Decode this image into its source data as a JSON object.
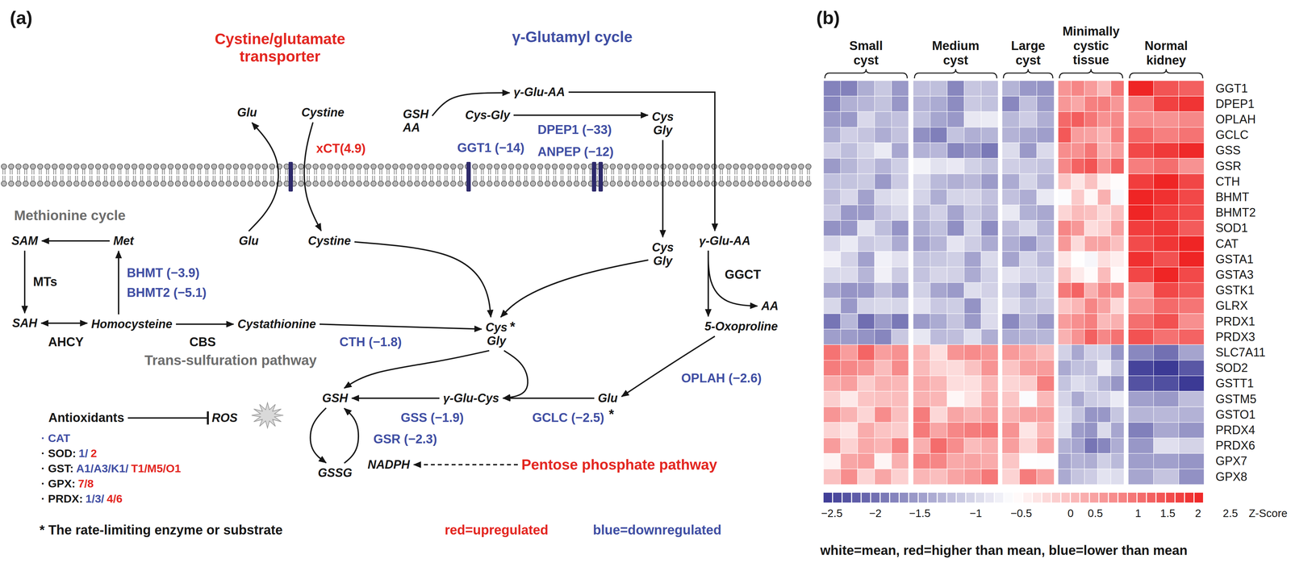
{
  "diagram": {
    "nodes": [
      {
        "text": [
          "Glu"
        ]
      },
      {
        "text": [
          "Cystine"
        ]
      },
      {
        "text": [
          "Glu"
        ]
      },
      {
        "text": [
          "Cystine"
        ]
      },
      {
        "text": [
          "GSH AA"
        ]
      },
      {
        "text": [
          "γ-Glu-AA"
        ]
      },
      {
        "text": [
          "Cys-Gly"
        ]
      },
      {
        "text": [
          "Cys Gly"
        ]
      },
      {
        "text": [
          "Cys Gly"
        ]
      },
      {
        "text": [
          "γ-Glu-AA"
        ]
      },
      {
        "text": [
          "AA"
        ]
      },
      {
        "text": [
          "5-Oxoproline"
        ]
      },
      {
        "text": [
          "Glu"
        ]
      },
      {
        "text": [
          "γ-Glu-Cys"
        ]
      },
      {
        "text": [
          "GSH"
        ]
      },
      {
        "text": [
          "GSSG"
        ]
      },
      {
        "text": [
          "NADPH"
        ]
      },
      {
        "text": [
          "Cys Gly"
        ]
      },
      {
        "text": [
          "SAM"
        ]
      },
      {
        "text": [
          "Met"
        ]
      },
      {
        "text": [
          "SAH"
        ]
      },
      {
        "text": [
          "Homocysteine"
        ]
      },
      {
        "text": [
          "Cystathionine"
        ]
      },
      {
        "text": [
          "Antioxidants"
        ]
      },
      {
        "text": [
          "ROS"
        ]
      },
      {
        "text": [
          "Pentose phosphate pathway"
        ]
      }
    ],
    "edges": [
      {
        "from": 2,
        "to": 0,
        "arrow": "to"
      },
      {
        "from": 1,
        "to": 3,
        "arrow": "to"
      },
      {
        "from": 3,
        "to": 17,
        "arrow": "to"
      },
      {
        "from": 4,
        "to": 5,
        "arrow": "to"
      },
      {
        "from": 6,
        "to": 7,
        "arrow": "to"
      },
      {
        "from": 7,
        "to": 8,
        "arrow": "to"
      },
      {
        "from": 5,
        "to": 9,
        "arrow": "to"
      },
      {
        "from": 8,
        "to": 17,
        "arrow": "to"
      },
      {
        "from": 9,
        "to": 11,
        "arrow": "to",
        "label": "GGCT"
      },
      {
        "from": 9,
        "to": 10,
        "arrow": "to"
      },
      {
        "from": 11,
        "to": 12,
        "arrow": "to",
        "label": "OPLAH (−2.6)"
      },
      {
        "from": 12,
        "to": 13,
        "arrow": "to",
        "label": "GCLC (−2.5)"
      },
      {
        "from": 17,
        "to": 13,
        "arrow": "to"
      },
      {
        "from": 13,
        "to": 14,
        "arrow": "to",
        "label": "GSS (−1.9)"
      },
      {
        "from": 17,
        "to": 14,
        "arrow": "to"
      },
      {
        "from": 14,
        "to": 15,
        "arrow": "to"
      },
      {
        "from": 15,
        "to": 14,
        "arrow": "to",
        "label": "GSR (−2.3)"
      },
      {
        "from": 25,
        "to": 16,
        "arrow": "to"
      },
      {
        "from": 19,
        "to": 18,
        "arrow": "to"
      },
      {
        "from": 18,
        "to": 20,
        "arrow": "to",
        "label": "MTs"
      },
      {
        "from": 20,
        "to": 21,
        "arrow": "both",
        "label": "AHCY"
      },
      {
        "from": 21,
        "to": 19,
        "arrow": "to"
      },
      {
        "from": 21,
        "to": 22,
        "arrow": "to",
        "label": "CBS"
      },
      {
        "from": 22,
        "to": 17,
        "arrow": "to",
        "label": "CTH (−1.8)"
      },
      {
        "from": 23,
        "to": 24,
        "arrow": "to"
      }
    ],
    "labels": [
      "(a)",
      "Cystine/glutamate transporter",
      "γ-Glutamyl cycle",
      "xCT(4.9)",
      "GGT1 (−14)",
      "DPEP1 (−33)",
      "ANPEP (−12)",
      "Methionine cycle",
      "BHMT (−3.9)",
      "BHMT2 (−5.1)",
      "Trans-sulfuration pathway",
      "*",
      "*",
      "· CAT",
      "· SOD:",
      "1/",
      "2",
      "· GST:",
      "A1/A3/K1/",
      "T1/M5/O1",
      "· GPX:",
      "7/8",
      "· PRDX:",
      "1/3/",
      "4/6",
      "* The rate-limiting enzyme or substrate",
      "red=upregulated",
      "blue=downregulated",
      "(b)",
      "Small cyst",
      "Medium cyst",
      "Large cyst",
      "Minimally cystic tissue",
      "Normal kidney",
      "GGT1",
      "DPEP1",
      "OPLAH",
      "GCLC",
      "GSS",
      "GSR",
      "CTH",
      "BHMT",
      "BHMT2",
      "SOD1",
      "CAT",
      "GSTA1",
      "GSTA3",
      "GSTK1",
      "GLRX",
      "PRDX1",
      "PRDX3",
      "SLC7A11",
      "SOD2",
      "GSTT1",
      "GSTM5",
      "GSTO1",
      "PRDX4",
      "PRDX6",
      "GPX7",
      "GPX8",
      "−2.5",
      "−2",
      "−1.5",
      "−1",
      "−0.5",
      "0",
      "0.5",
      "1",
      "1.5",
      "2",
      "2.5",
      "Z-Score",
      "white=mean, red=higher than mean, blue=lower than mean"
    ]
  }
}
